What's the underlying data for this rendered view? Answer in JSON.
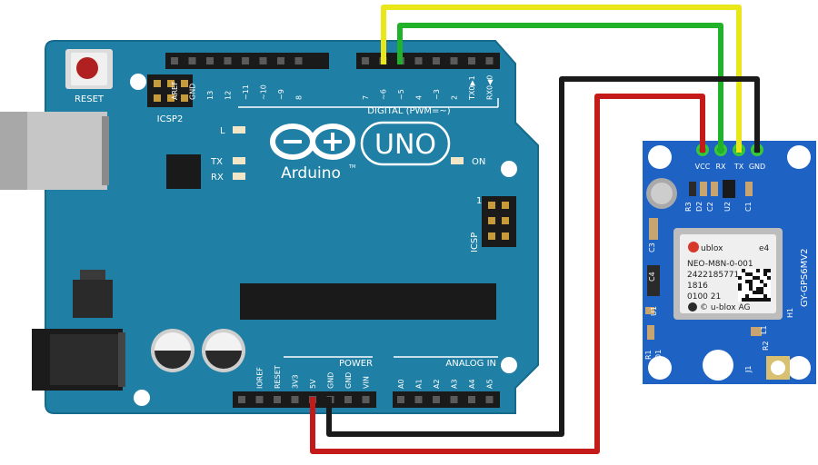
{
  "colors": {
    "board": "#1f7fa5",
    "board_edge": "#166a8c",
    "gps_board": "#1e63c4",
    "wire_yellow": "#e9e619",
    "wire_green": "#22b229",
    "wire_black": "#1a1a1a",
    "wire_red": "#c41a1a"
  },
  "arduino": {
    "reset_label": "RESET",
    "icsp2_label": "ICSP2",
    "icsp_label": "ICSP",
    "icsp_pin1": "1",
    "logo_text": "UNO",
    "brand": "Arduino",
    "tm": "TM",
    "led_l": "L",
    "led_tx": "TX",
    "led_rx": "RX",
    "on_label": "ON",
    "digital_label": "DIGITAL (PWM=~)",
    "digital_pins": [
      "AREF",
      "GND",
      "13",
      "12",
      "~11",
      "~10",
      "~9",
      "8",
      "7",
      "~6",
      "~5",
      "4",
      "~3",
      "2",
      "TX0▶1",
      "RX0◀0"
    ],
    "power_label": "POWER",
    "power_pins": [
      "IOREF",
      "RESET",
      "3V3",
      "5V",
      "GND",
      "GND",
      "VIN"
    ],
    "analog_label": "ANALOG IN",
    "analog_pins": [
      "A0",
      "A1",
      "A2",
      "A3",
      "A4",
      "A5"
    ]
  },
  "gps": {
    "pins": [
      "VCC",
      "RX",
      "TX",
      "GND"
    ],
    "board_name": "GY-GPS6MV2",
    "brand": "ublox",
    "e4": "e4",
    "module_line1": "NEO-M8N-0-001",
    "module_line2": "24221857710",
    "module_line3": "1816",
    "module_line4": "0100 21",
    "copyright": "© u-blox AG",
    "silk": [
      "R3",
      "D2",
      "C2",
      "U2",
      "C1",
      "C3",
      "C4",
      "U1",
      "R1",
      "D1",
      "R2",
      "L1",
      "J1",
      "H1"
    ]
  }
}
